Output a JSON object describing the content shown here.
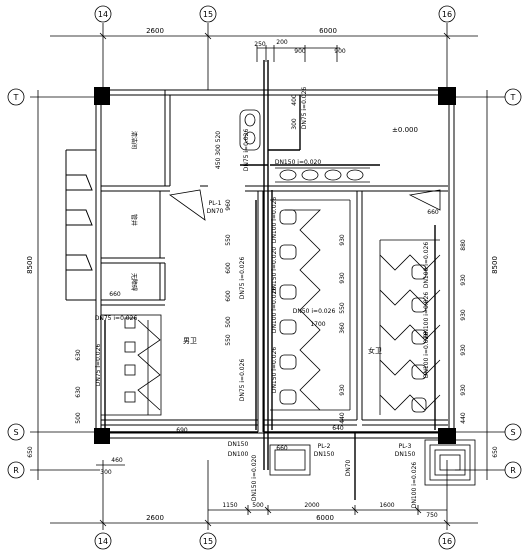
{
  "grid": {
    "top_bubbles": [
      "14",
      "15",
      "16"
    ],
    "bottom_bubbles": [
      "14",
      "15",
      "16"
    ],
    "left_bubbles": [
      "T",
      "S",
      "R"
    ],
    "right_bubbles": [
      "T",
      "S",
      "R"
    ]
  },
  "dims": {
    "top_2600": "2600",
    "top_6000": "6000",
    "top_250": "250",
    "top_200": "200",
    "top_900a": "900",
    "top_900b": "900",
    "left_8500": "8500",
    "right_8500": "8500",
    "left_650": "650",
    "right_650": "650",
    "bot_2600": "2600",
    "bot_6000": "6000",
    "bot_1150": "1150",
    "bot_500": "500",
    "bot_2000": "2000",
    "bot_1600": "1600",
    "bot_750": "750",
    "bot_460": "460",
    "bot_300": "300",
    "v400": "400",
    "v300": "300",
    "v450_300_520": "450 300 520",
    "v960": "960",
    "v550a": "550",
    "v600a": "600",
    "v600b": "600",
    "v500a": "500",
    "v550b": "550",
    "v930a": "930",
    "v930b": "930",
    "v550c": "550",
    "v360a": "360",
    "v930c": "930",
    "v440a": "440",
    "v880": "880",
    "v930d": "930",
    "v930e": "930",
    "v930f": "930",
    "v930g": "930",
    "v440b": "440",
    "v630": "630",
    "v630b": "630",
    "v500b": "500",
    "h660a": "660",
    "h660b": "660",
    "h660c": "660",
    "h1700": "1700",
    "h640": "640",
    "h690": "690"
  },
  "labels": {
    "room_left": "男卫",
    "room_mid": "女卫",
    "store1": "清洁间",
    "store2": "管井",
    "store3": "无障碍",
    "elev": "±0.000",
    "pl1": "PL-1",
    "pl1_dn": "DN70",
    "pl2": "PL-2",
    "pl2_dn": "DN150",
    "pl3": "PL-3",
    "pl3_dn": "DN150",
    "dn150a": "DN150",
    "dn100a": "DN100",
    "pipe1": "DN75 i=0.026",
    "pipe2": "DN75 i=0.026",
    "pipe3": "DN150 i=0.020",
    "pipe4": "DN75 i=0.026",
    "pipe5": "DN100 i=0.026",
    "pipe6": "DN150 i=0.020",
    "pipe7": "DN100 i=0.026",
    "pipe8": "DN75 i=0.026",
    "pipe9": "DN150 i=0.026",
    "pipe10": "DN50 i=0.026",
    "pipe11": "DN150 i=0.020",
    "pipe12": "DN75 i=0.026",
    "pipe13": "DN100 i=0.026",
    "pipe14": "DN100 i=0.026",
    "pipe15": "DN100 i=0.026",
    "pipe16": "DN100 i=0.026",
    "pipe17": "DN75 i=0.026",
    "dn70": "DN70"
  }
}
